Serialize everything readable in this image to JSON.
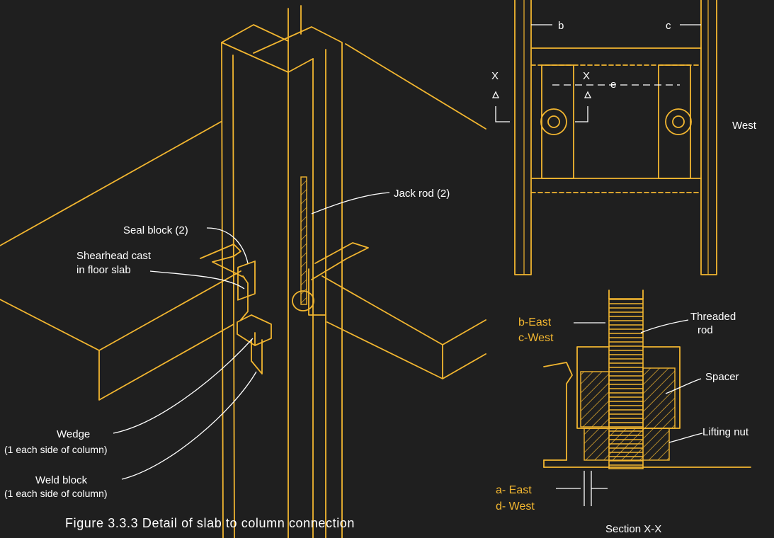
{
  "caption": "Figure 3.3.3  Detail of slab to column connection",
  "iso_labels": {
    "jack_rod": "Jack rod (2)",
    "seal_block": "Seal block (2)",
    "shearhead_line1": "Shearhead cast",
    "shearhead_line2": "in floor slab",
    "wedge_line1": "Wedge",
    "wedge_line2": "(1 each side of column)",
    "weld_block_line1": "Weld block",
    "weld_block_line2": "(1 each side of column)"
  },
  "plan_labels": {
    "b": "b",
    "c": "c",
    "e": "e",
    "x_left": "X",
    "x_mid": "X",
    "west": "West"
  },
  "section_labels": {
    "b_east": "b-East",
    "c_west": "c-West",
    "a_east": "a- East",
    "d_west": "d- West",
    "threaded_line1": "Threaded",
    "threaded_line2": "rod",
    "spacer": "Spacer",
    "lifting_nut": "Lifting nut",
    "section_title": "Section X-X"
  },
  "colors": {
    "background": "#1f1f1f",
    "line": "#f2b630",
    "text": "#ffffff"
  }
}
